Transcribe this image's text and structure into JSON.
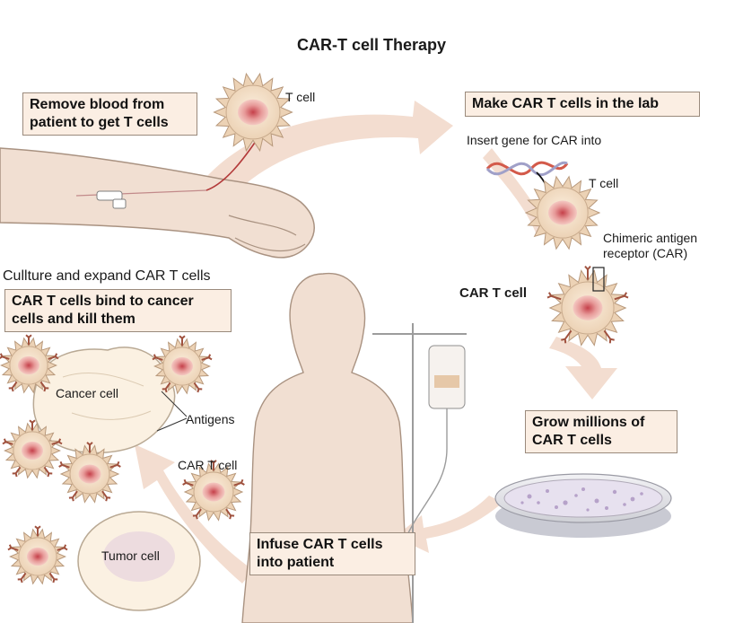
{
  "title": "CAR-T cell Therapy",
  "steps": {
    "remove_blood": "Remove blood from\npatient to get T cells",
    "make_in_lab": "Make CAR T cells in the lab",
    "grow": "Grow millions of\nCAR T cells",
    "infuse": "Infuse CAR T cells\ninto patient",
    "bind_kill": "CAR T cells bind to cancer\ncells and kill them"
  },
  "labels": {
    "t_cell_top": "T cell",
    "insert_gene": "Insert gene for CAR into",
    "t_cell_lab": "T cell",
    "car_receptor": "Chimeric antigen\nreceptor (CAR)",
    "car_t_cell_right": "CAR T cell",
    "culture_expand": "Cullture and expand CAR T cells",
    "cancer_cell": "Cancer cell",
    "antigens": "Antigens",
    "car_t_cell_left": "CAR T cell",
    "tumor_cell": "Tumor cell"
  },
  "colors": {
    "box_fill": "#fbeee3",
    "arrow": "#f3ddd0",
    "cell_spikes": "#ecd2b5",
    "cell_nucleus": "#e79a99",
    "skin": "#f1dfd2"
  }
}
